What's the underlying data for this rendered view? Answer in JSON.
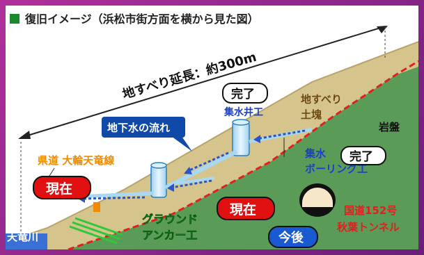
{
  "header": {
    "title": "復旧イメージ（浜松市街方面を横から見た図）"
  },
  "labels": {
    "landslide_length": "地すべり延長：約300m",
    "groundwater_flow": "地下水の流れ",
    "collection_well": "集水井工",
    "drainage_boring_line1": "集水",
    "drainage_boring_line2": "ボーリング工",
    "landslide_mass_line1": "地すべり",
    "landslide_mass_line2": "土塊",
    "bedrock": "岩盤",
    "prefectural_road": "県道 大輪天竜線",
    "ground_anchor_line1": "グラウンド",
    "ground_anchor_line2": "アンカー工",
    "river": "天竜川",
    "tunnel_line1": "国道152号",
    "tunnel_line2": "秋葉トンネル"
  },
  "badges": {
    "complete_well": "完了",
    "complete_boring": "完了",
    "current_left": "現在",
    "current_center": "現在",
    "future": "今後"
  },
  "colors": {
    "bedrock": "#5a9c57",
    "landslide_soil": "#d6c48d",
    "slip_surface": "#e02020",
    "water_arrow": "#2a55c8",
    "current_badge": "#e01010",
    "future_badge": "#1a5ad0",
    "flow_label_bg": "#0f4aa8",
    "road_label": "#f08a00",
    "tunnel_label": "#e02020",
    "anchor_label": "#2ec83a"
  }
}
